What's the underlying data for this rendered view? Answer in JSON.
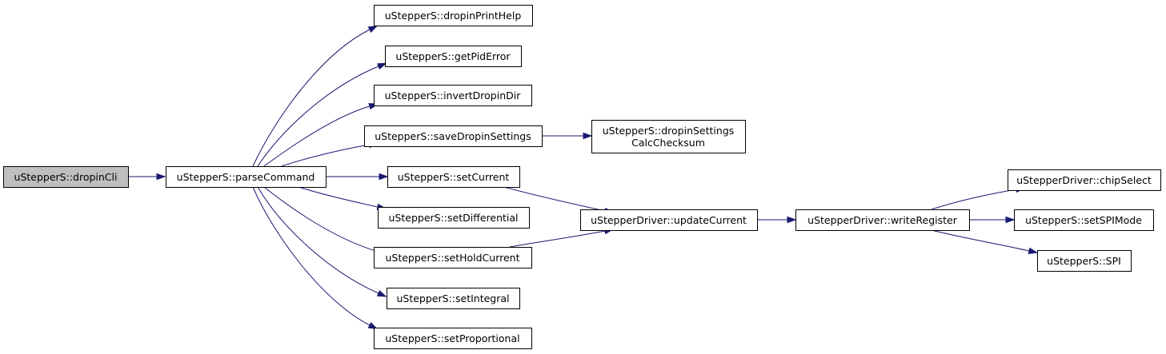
{
  "graph": {
    "edge_color": "#191970",
    "root_fill": "#bfbfbf",
    "nodes": [
      {
        "id": "dropinCli",
        "label": [
          "uStepperS::dropinCli"
        ],
        "root": true
      },
      {
        "id": "parseCommand",
        "label": [
          "uStepperS::parseCommand"
        ]
      },
      {
        "id": "dropinPrintHelp",
        "label": [
          "uStepperS::dropinPrintHelp"
        ]
      },
      {
        "id": "getPidError",
        "label": [
          "uStepperS::getPidError"
        ]
      },
      {
        "id": "invertDropinDir",
        "label": [
          "uStepperS::invertDropinDir"
        ]
      },
      {
        "id": "saveDropinSettings",
        "label": [
          "uStepperS::saveDropinSettings"
        ]
      },
      {
        "id": "dropinSettingsCalcChecksum",
        "label": [
          "uStepperS::dropinSettings",
          "CalcChecksum"
        ]
      },
      {
        "id": "setCurrent",
        "label": [
          "uStepperS::setCurrent"
        ]
      },
      {
        "id": "setDifferential",
        "label": [
          "uStepperS::setDifferential"
        ]
      },
      {
        "id": "setHoldCurrent",
        "label": [
          "uStepperS::setHoldCurrent"
        ]
      },
      {
        "id": "setIntegral",
        "label": [
          "uStepperS::setIntegral"
        ]
      },
      {
        "id": "setProportional",
        "label": [
          "uStepperS::setProportional"
        ]
      },
      {
        "id": "updateCurrent",
        "label": [
          "uStepperDriver::updateCurrent"
        ]
      },
      {
        "id": "writeRegister",
        "label": [
          "uStepperDriver::writeRegister"
        ]
      },
      {
        "id": "chipSelect",
        "label": [
          "uStepperDriver::chipSelect"
        ]
      },
      {
        "id": "setSPIMode",
        "label": [
          "uStepperS::setSPIMode"
        ]
      },
      {
        "id": "SPI",
        "label": [
          "uStepperS::SPI"
        ]
      }
    ],
    "edges": [
      {
        "from": "dropinCli",
        "to": "parseCommand"
      },
      {
        "from": "parseCommand",
        "to": "dropinPrintHelp"
      },
      {
        "from": "parseCommand",
        "to": "getPidError"
      },
      {
        "from": "parseCommand",
        "to": "invertDropinDir"
      },
      {
        "from": "parseCommand",
        "to": "saveDropinSettings"
      },
      {
        "from": "parseCommand",
        "to": "setCurrent"
      },
      {
        "from": "parseCommand",
        "to": "setDifferential"
      },
      {
        "from": "parseCommand",
        "to": "setHoldCurrent"
      },
      {
        "from": "parseCommand",
        "to": "setIntegral"
      },
      {
        "from": "parseCommand",
        "to": "setProportional"
      },
      {
        "from": "saveDropinSettings",
        "to": "dropinSettingsCalcChecksum"
      },
      {
        "from": "setCurrent",
        "to": "updateCurrent"
      },
      {
        "from": "setHoldCurrent",
        "to": "updateCurrent"
      },
      {
        "from": "updateCurrent",
        "to": "writeRegister"
      },
      {
        "from": "writeRegister",
        "to": "chipSelect"
      },
      {
        "from": "writeRegister",
        "to": "setSPIMode"
      },
      {
        "from": "writeRegister",
        "to": "SPI"
      }
    ]
  }
}
